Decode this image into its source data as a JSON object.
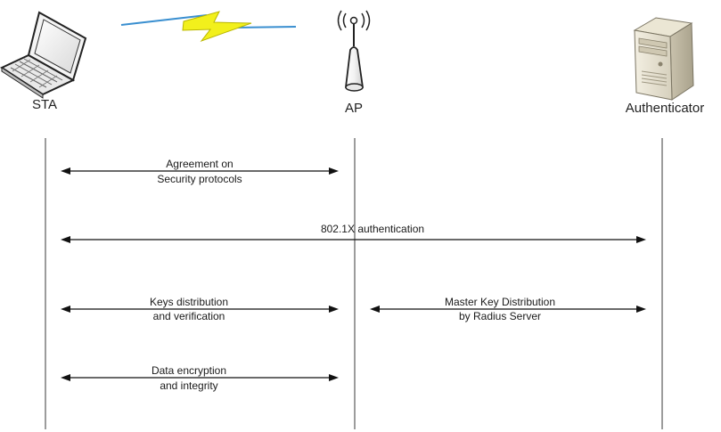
{
  "entities": {
    "sta": {
      "label": "STA"
    },
    "ap": {
      "label": "AP"
    },
    "authenticator": {
      "label": "Authenticator"
    }
  },
  "messages": [
    {
      "id": "agreement",
      "from": "sta",
      "to": "ap",
      "lines": [
        "Agreement on",
        "Security protocols"
      ]
    },
    {
      "id": "auth",
      "from": "sta",
      "to": "authenticator",
      "lines": [
        "802.1X authentication"
      ]
    },
    {
      "id": "keys",
      "from": "sta",
      "to": "ap",
      "lines": [
        "Keys distribution",
        "and verification"
      ]
    },
    {
      "id": "master",
      "from": "ap",
      "to": "authenticator",
      "lines": [
        "Master Key Distribution",
        "by Radius Server"
      ]
    },
    {
      "id": "encryption",
      "from": "sta",
      "to": "ap",
      "lines": [
        "Data encryption",
        "and integrity"
      ]
    }
  ],
  "icons": {
    "sta": "laptop-icon",
    "ap": "access-point-icon",
    "authenticator": "server-tower-icon",
    "link": "lightning-link-icon"
  },
  "colors": {
    "lightning_fill": "#f2f01c",
    "lightning_stroke": "#b9b600",
    "link_line": "#3a8fd0",
    "arrow": "#111111"
  }
}
